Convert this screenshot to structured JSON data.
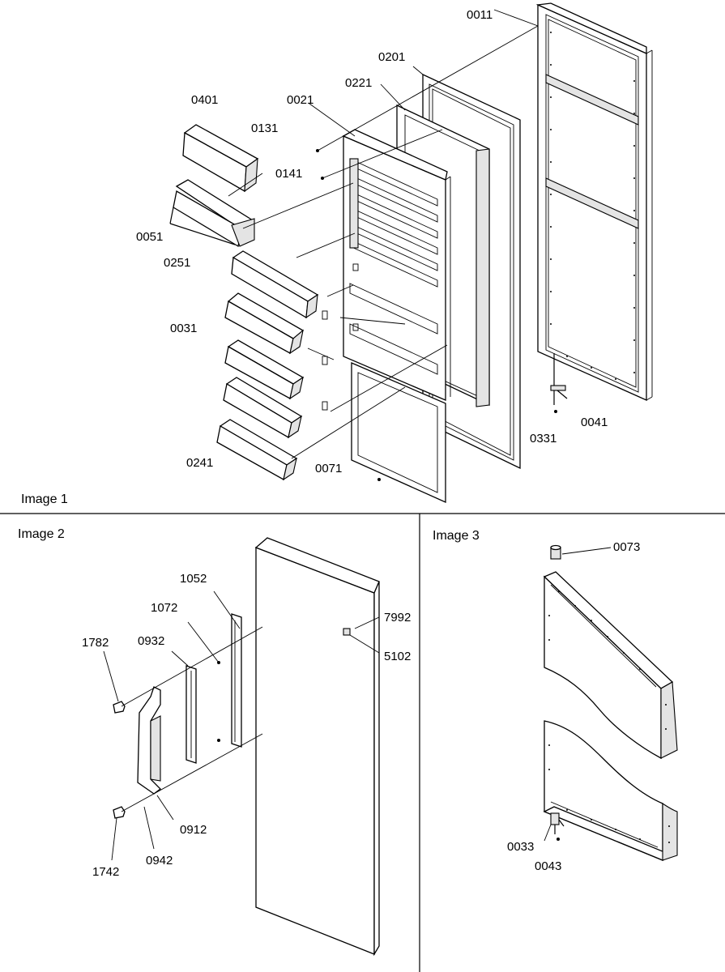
{
  "panels": {
    "image1": {
      "title": "Image 1"
    },
    "image2": {
      "title": "Image 2"
    },
    "image3": {
      "title": "Image 3"
    }
  },
  "labels": {
    "image1": {
      "p0011": "0011",
      "p0201": "0201",
      "p0221": "0221",
      "p0021": "0021",
      "p0401": "0401",
      "p0131": "0131",
      "p0141": "0141",
      "p0051": "0051",
      "p0251": "0251",
      "p0031": "0031",
      "p0241": "0241",
      "p0071": "0071",
      "p0331": "0331",
      "p0041": "0041"
    },
    "image2": {
      "p1052": "1052",
      "p1072": "1072",
      "p1782": "1782",
      "p0932": "0932",
      "p7992": "7992",
      "p5102": "5102",
      "p0912": "0912",
      "p1742": "1742",
      "p0942": "0942"
    },
    "image3": {
      "p0073": "0073",
      "p0033": "0033",
      "p0043": "0043"
    }
  }
}
